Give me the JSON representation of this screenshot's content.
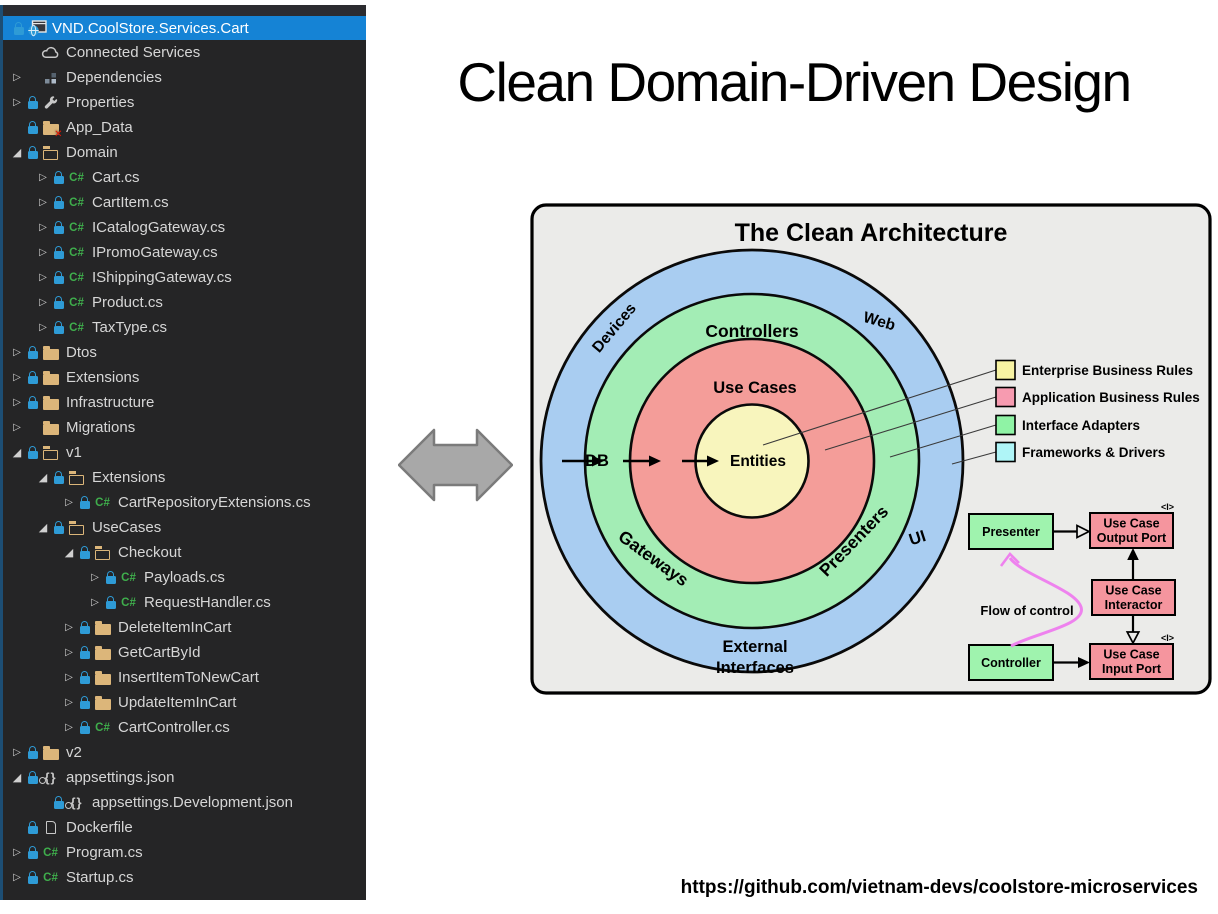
{
  "page": {
    "title": "Clean Domain-Driven Design",
    "footer_url": "https://github.com/vietnam-devs/coolstore-microservices"
  },
  "solution_explorer": {
    "items": [
      {
        "label": "VND.CoolStore.Services.Cart",
        "level": 0,
        "arrow": "none",
        "lock": true,
        "icon": "project",
        "selected": true
      },
      {
        "label": "Connected Services",
        "level": 1,
        "arrow": "none",
        "lock": false,
        "icon": "cloud"
      },
      {
        "label": "Dependencies",
        "level": 1,
        "arrow": "collapsed",
        "lock": false,
        "icon": "dependencies"
      },
      {
        "label": "Properties",
        "level": 1,
        "arrow": "collapsed",
        "lock": true,
        "icon": "wrench"
      },
      {
        "label": "App_Data",
        "level": 1,
        "arrow": "none",
        "lock": true,
        "icon": "folder-error"
      },
      {
        "label": "Domain",
        "level": 1,
        "arrow": "expanded",
        "lock": true,
        "icon": "folder-open"
      },
      {
        "label": "Cart.cs",
        "level": 2,
        "arrow": "collapsed",
        "lock": true,
        "icon": "csharp"
      },
      {
        "label": "CartItem.cs",
        "level": 2,
        "arrow": "collapsed",
        "lock": true,
        "icon": "csharp"
      },
      {
        "label": "ICatalogGateway.cs",
        "level": 2,
        "arrow": "collapsed",
        "lock": true,
        "icon": "csharp"
      },
      {
        "label": "IPromoGateway.cs",
        "level": 2,
        "arrow": "collapsed",
        "lock": true,
        "icon": "csharp"
      },
      {
        "label": "IShippingGateway.cs",
        "level": 2,
        "arrow": "collapsed",
        "lock": true,
        "icon": "csharp"
      },
      {
        "label": "Product.cs",
        "level": 2,
        "arrow": "collapsed",
        "lock": true,
        "icon": "csharp"
      },
      {
        "label": "TaxType.cs",
        "level": 2,
        "arrow": "collapsed",
        "lock": true,
        "icon": "csharp"
      },
      {
        "label": "Dtos",
        "level": 1,
        "arrow": "collapsed",
        "lock": true,
        "icon": "folder"
      },
      {
        "label": "Extensions",
        "level": 1,
        "arrow": "collapsed",
        "lock": true,
        "icon": "folder"
      },
      {
        "label": "Infrastructure",
        "level": 1,
        "arrow": "collapsed",
        "lock": true,
        "icon": "folder"
      },
      {
        "label": "Migrations",
        "level": 1,
        "arrow": "collapsed",
        "lock": false,
        "icon": "folder"
      },
      {
        "label": "v1",
        "level": 1,
        "arrow": "expanded",
        "lock": true,
        "icon": "folder-open"
      },
      {
        "label": "Extensions",
        "level": 2,
        "arrow": "expanded",
        "lock": true,
        "icon": "folder-open"
      },
      {
        "label": "CartRepositoryExtensions.cs",
        "level": 3,
        "arrow": "collapsed",
        "lock": true,
        "icon": "csharp"
      },
      {
        "label": "UseCases",
        "level": 2,
        "arrow": "expanded",
        "lock": true,
        "icon": "folder-open"
      },
      {
        "label": "Checkout",
        "level": 3,
        "arrow": "expanded",
        "lock": true,
        "icon": "folder-open"
      },
      {
        "label": "Payloads.cs",
        "level": 4,
        "arrow": "collapsed",
        "lock": true,
        "icon": "csharp"
      },
      {
        "label": "RequestHandler.cs",
        "level": 4,
        "arrow": "collapsed",
        "lock": true,
        "icon": "csharp"
      },
      {
        "label": "DeleteItemInCart",
        "level": 3,
        "arrow": "collapsed",
        "lock": true,
        "icon": "folder"
      },
      {
        "label": "GetCartById",
        "level": 3,
        "arrow": "collapsed",
        "lock": true,
        "icon": "folder"
      },
      {
        "label": "InsertItemToNewCart",
        "level": 3,
        "arrow": "collapsed",
        "lock": true,
        "icon": "folder"
      },
      {
        "label": "UpdateItemInCart",
        "level": 3,
        "arrow": "collapsed",
        "lock": true,
        "icon": "folder"
      },
      {
        "label": "CartController.cs",
        "level": 3,
        "arrow": "collapsed",
        "lock": true,
        "icon": "csharp"
      },
      {
        "label": "v2",
        "level": 1,
        "arrow": "collapsed",
        "lock": true,
        "icon": "folder"
      },
      {
        "label": "appsettings.json",
        "level": 1,
        "arrow": "expanded",
        "lock": true,
        "icon": "json"
      },
      {
        "label": "appsettings.Development.json",
        "level": 2,
        "arrow": "none",
        "lock": true,
        "icon": "json"
      },
      {
        "label": "Dockerfile",
        "level": 1,
        "arrow": "none",
        "lock": true,
        "icon": "file"
      },
      {
        "label": "Program.cs",
        "level": 1,
        "arrow": "collapsed",
        "lock": true,
        "icon": "csharp"
      },
      {
        "label": "Startup.cs",
        "level": 1,
        "arrow": "collapsed",
        "lock": true,
        "icon": "csharp"
      }
    ]
  },
  "architecture": {
    "title": "The Clean Architecture",
    "title_color": "#a96e24",
    "labels": {
      "controllers": "Controllers",
      "use_cases": "Use Cases",
      "entities": "Entities",
      "devices": "Devices",
      "web": "Web",
      "db": "DB",
      "ui": "UI",
      "gateways": "Gateways",
      "presenters": "Presenters",
      "external_1": "External",
      "external_2": "Interfaces"
    },
    "colors": {
      "frameworks_ring": "#a9cdf1",
      "adapters_ring": "#a3edb5",
      "use_cases_ring": "#f49d99",
      "entities_circle": "#f8f5bd",
      "flow_green": "#9ff3ae",
      "flow_pink": "#f5959e",
      "flow_accent": "#ee82ee",
      "panel_bg": "#ebebe9"
    },
    "legend": [
      {
        "label": "Enterprise Business Rules",
        "color": "#f7f3a3"
      },
      {
        "label": "Application Business Rules",
        "color": "#f79bb0"
      },
      {
        "label": "Interface Adapters",
        "color": "#8ff3a5"
      },
      {
        "label": "Frameworks & Drivers",
        "color": "#aff5f7"
      }
    ],
    "flow": {
      "presenter": "Presenter",
      "controller": "Controller",
      "output_port": [
        "Use Case",
        "Output Port"
      ],
      "interactor": [
        "Use Case",
        "Interactor"
      ],
      "input_port": [
        "Use Case",
        "Input Port"
      ],
      "flow_label": "Flow of control",
      "interface_glyph": "<I>"
    }
  }
}
